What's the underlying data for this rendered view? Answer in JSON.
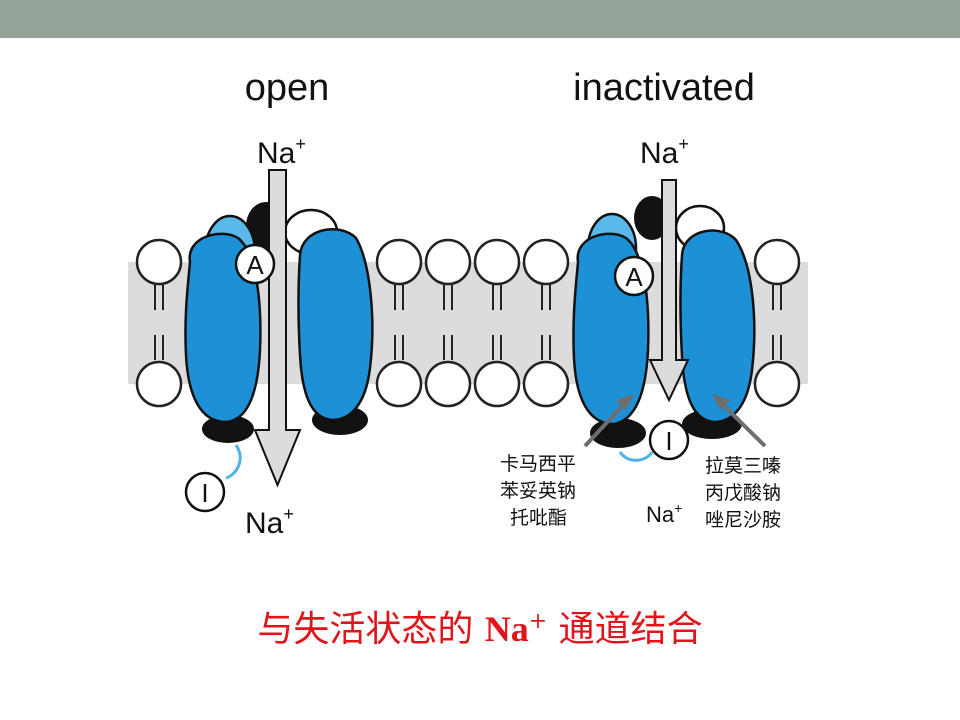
{
  "diagram": {
    "open_label": "open",
    "inactivated_label": "inactivated",
    "ion": "Na",
    "ion_charge": "+",
    "gate_a": "A",
    "gate_i": "I",
    "drugs_left": [
      "卡马西平",
      "苯妥英钠",
      "托吡酯"
    ],
    "drugs_right": [
      "拉莫三嗪",
      "丙戊酸钠",
      "唑尼沙胺"
    ],
    "colors": {
      "protein": "#1e90d6",
      "protein_light": "#5bb8ea",
      "membrane": "#dcdcdc",
      "header_bar": "#95a399",
      "caption": "#e0141b"
    }
  },
  "caption": {
    "pre": "与失活状态的 ",
    "ion": "Na",
    "charge": "+",
    "post": " 通道结合"
  }
}
